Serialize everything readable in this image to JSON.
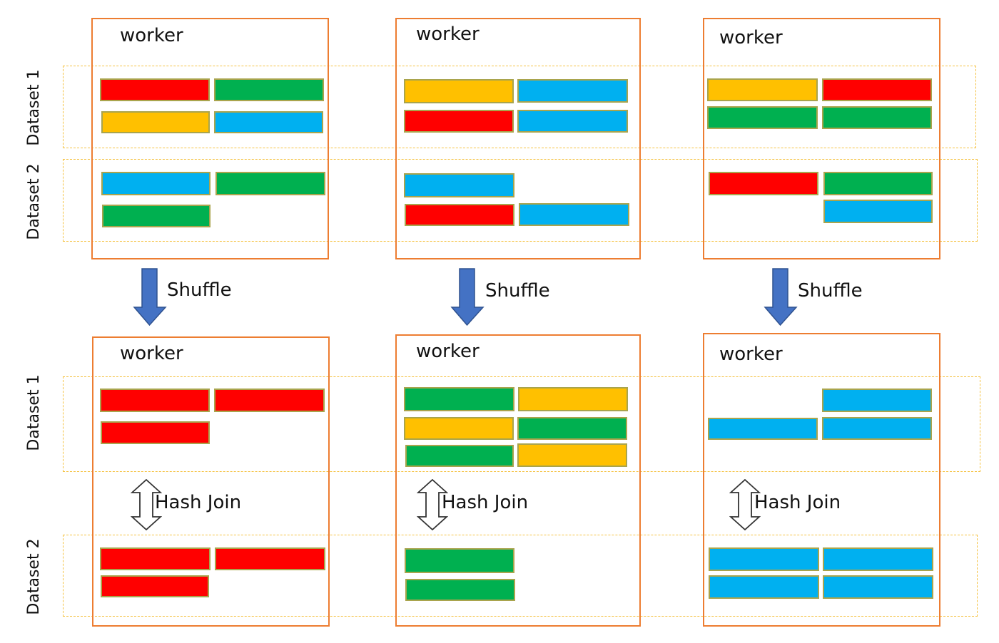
{
  "colors": {
    "red": "#ff0000",
    "green": "#00b050",
    "yellow": "#ffc000",
    "blue": "#00b0f0",
    "worker_border": "#ed7d31",
    "band_border": "#f5c242",
    "arrow_fill": "#4472c4"
  },
  "labels": {
    "dataset1": "Dataset 1",
    "dataset2": "Dataset 2",
    "worker": "worker",
    "shuffle": "Shuffle",
    "hash_join": "Hash Join"
  },
  "before_shuffle": [
    {
      "dataset1": [
        "red",
        "green",
        "yellow",
        "blue"
      ],
      "dataset2": [
        "blue",
        "green",
        "green"
      ]
    },
    {
      "dataset1": [
        "yellow",
        "blue",
        "red",
        "blue"
      ],
      "dataset2": [
        "blue",
        "red",
        "blue"
      ]
    },
    {
      "dataset1": [
        "yellow",
        "red",
        "green",
        "green"
      ],
      "dataset2": [
        "red",
        "green",
        "blue"
      ]
    }
  ],
  "after_shuffle": [
    {
      "dataset1": [
        "red",
        "red",
        "red"
      ],
      "dataset2": [
        "red",
        "red",
        "red"
      ]
    },
    {
      "dataset1": [
        "green",
        "yellow",
        "yellow",
        "green",
        "green",
        "yellow"
      ],
      "dataset2": [
        "green",
        "green"
      ]
    },
    {
      "dataset1": [
        "blue",
        "blue",
        "blue"
      ],
      "dataset2": [
        "blue",
        "blue",
        "blue",
        "blue"
      ]
    }
  ]
}
